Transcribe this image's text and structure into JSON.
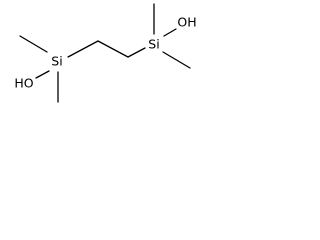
{
  "molecule": {
    "atoms": {
      "si_left": "Si",
      "oh_left": "HO",
      "si_right": "Si",
      "oh_right": "OH"
    }
  }
}
